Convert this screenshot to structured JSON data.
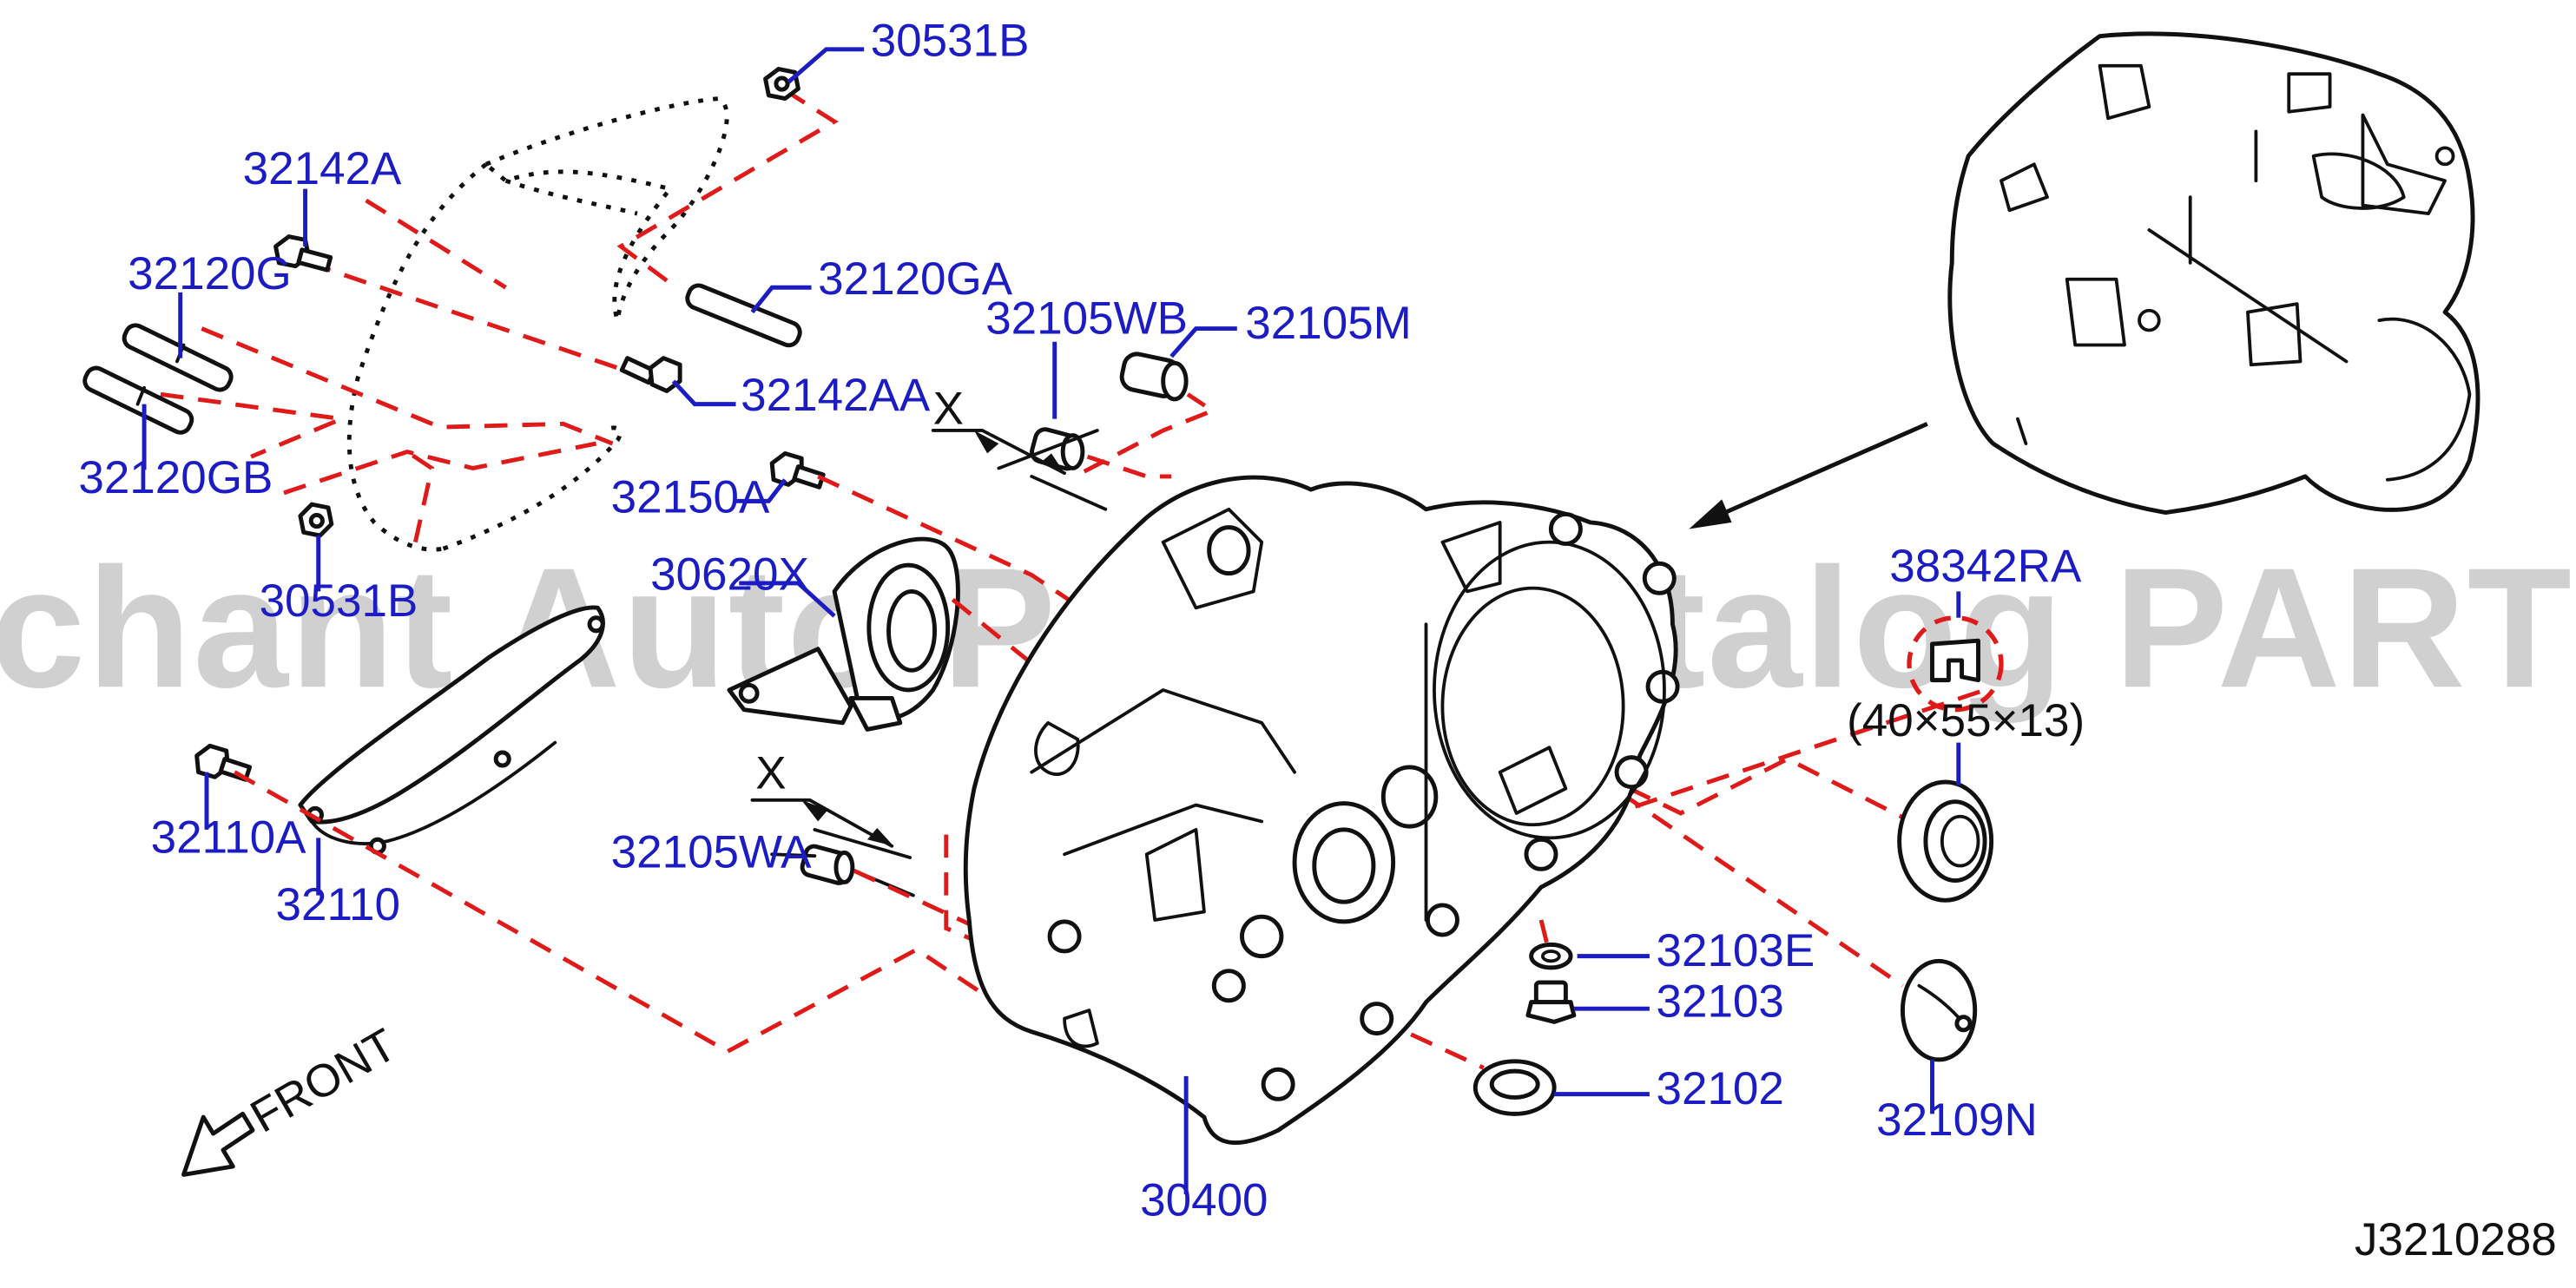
{
  "watermark": "Offers Merchant Auto Parts Catalog PARTSTORE.SA",
  "diagram_code": "J3210288",
  "front_label": "FRONT",
  "section_marker": "X",
  "seal_size_note": "(40×55×13)",
  "callouts": [
    {
      "id": "30531B_top",
      "text": "30531B"
    },
    {
      "id": "32142A",
      "text": "32142A"
    },
    {
      "id": "32120G",
      "text": "32120G"
    },
    {
      "id": "32120GA",
      "text": "32120GA"
    },
    {
      "id": "32120GB",
      "text": "32120GB"
    },
    {
      "id": "32142AA",
      "text": "32142AA"
    },
    {
      "id": "30531B_bottom",
      "text": "30531B"
    },
    {
      "id": "32105WB",
      "text": "32105WB"
    },
    {
      "id": "32105M",
      "text": "32105M"
    },
    {
      "id": "32150A",
      "text": "32150A"
    },
    {
      "id": "30620X",
      "text": "30620X"
    },
    {
      "id": "32110A",
      "text": "32110A"
    },
    {
      "id": "32110",
      "text": "32110"
    },
    {
      "id": "32105WA",
      "text": "32105WA"
    },
    {
      "id": "38342RA",
      "text": "38342RA"
    },
    {
      "id": "32103E",
      "text": "32103E"
    },
    {
      "id": "32103",
      "text": "32103"
    },
    {
      "id": "32102",
      "text": "32102"
    },
    {
      "id": "32109N",
      "text": "32109N"
    },
    {
      "id": "30400",
      "text": "30400"
    }
  ],
  "colors": {
    "callout_text": "#1c1cc4",
    "dashed_guide": "#e01919",
    "linework": "#111111",
    "background": "#ffffff"
  }
}
